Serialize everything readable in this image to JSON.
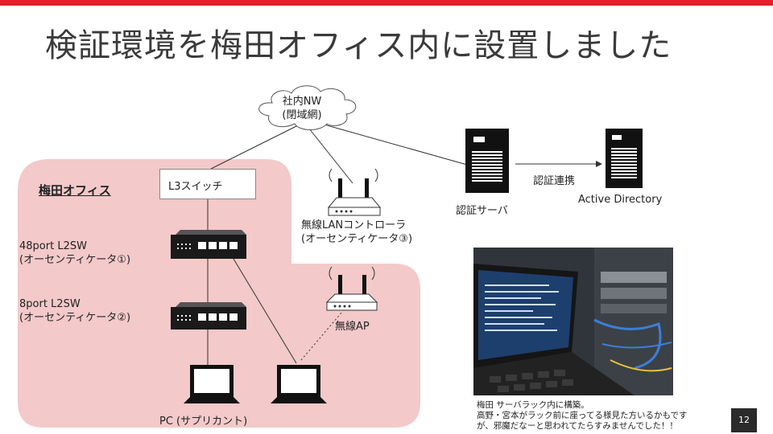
{
  "slide": {
    "title": "検証環境を梅田オフィス内に設置しました",
    "page_number": "12"
  },
  "accent_color": "#e0202a",
  "office_color": "#f3c9c9",
  "diagram": {
    "office_label": "梅田オフィス",
    "cloud": {
      "line1": "社内NW",
      "line2": "(閉域網)"
    },
    "l3_switch": "L3スイッチ",
    "wlc": {
      "line1": "無線LANコントローラ",
      "line2": "(オーセンティケータ③)"
    },
    "auth_server": "認証サーバ",
    "link_label": "認証連携",
    "active_directory": "Active Directory",
    "sw48": {
      "line1": "48port L2SW",
      "line2": "(オーセンティケータ①)"
    },
    "sw8": {
      "line1": "8port L2SW",
      "line2": "(オーセンティケータ②)"
    },
    "wireless_ap": "無線AP",
    "pc_label": "PC (サプリカント)"
  },
  "photo_caption": {
    "line1": "梅田 サーバラック内に構築。",
    "line2": "高野・宮本がラック前に座ってる様見た方いるかもです",
    "line3": "が、邪魔だなーと思われてたらすみませんでした！！"
  }
}
